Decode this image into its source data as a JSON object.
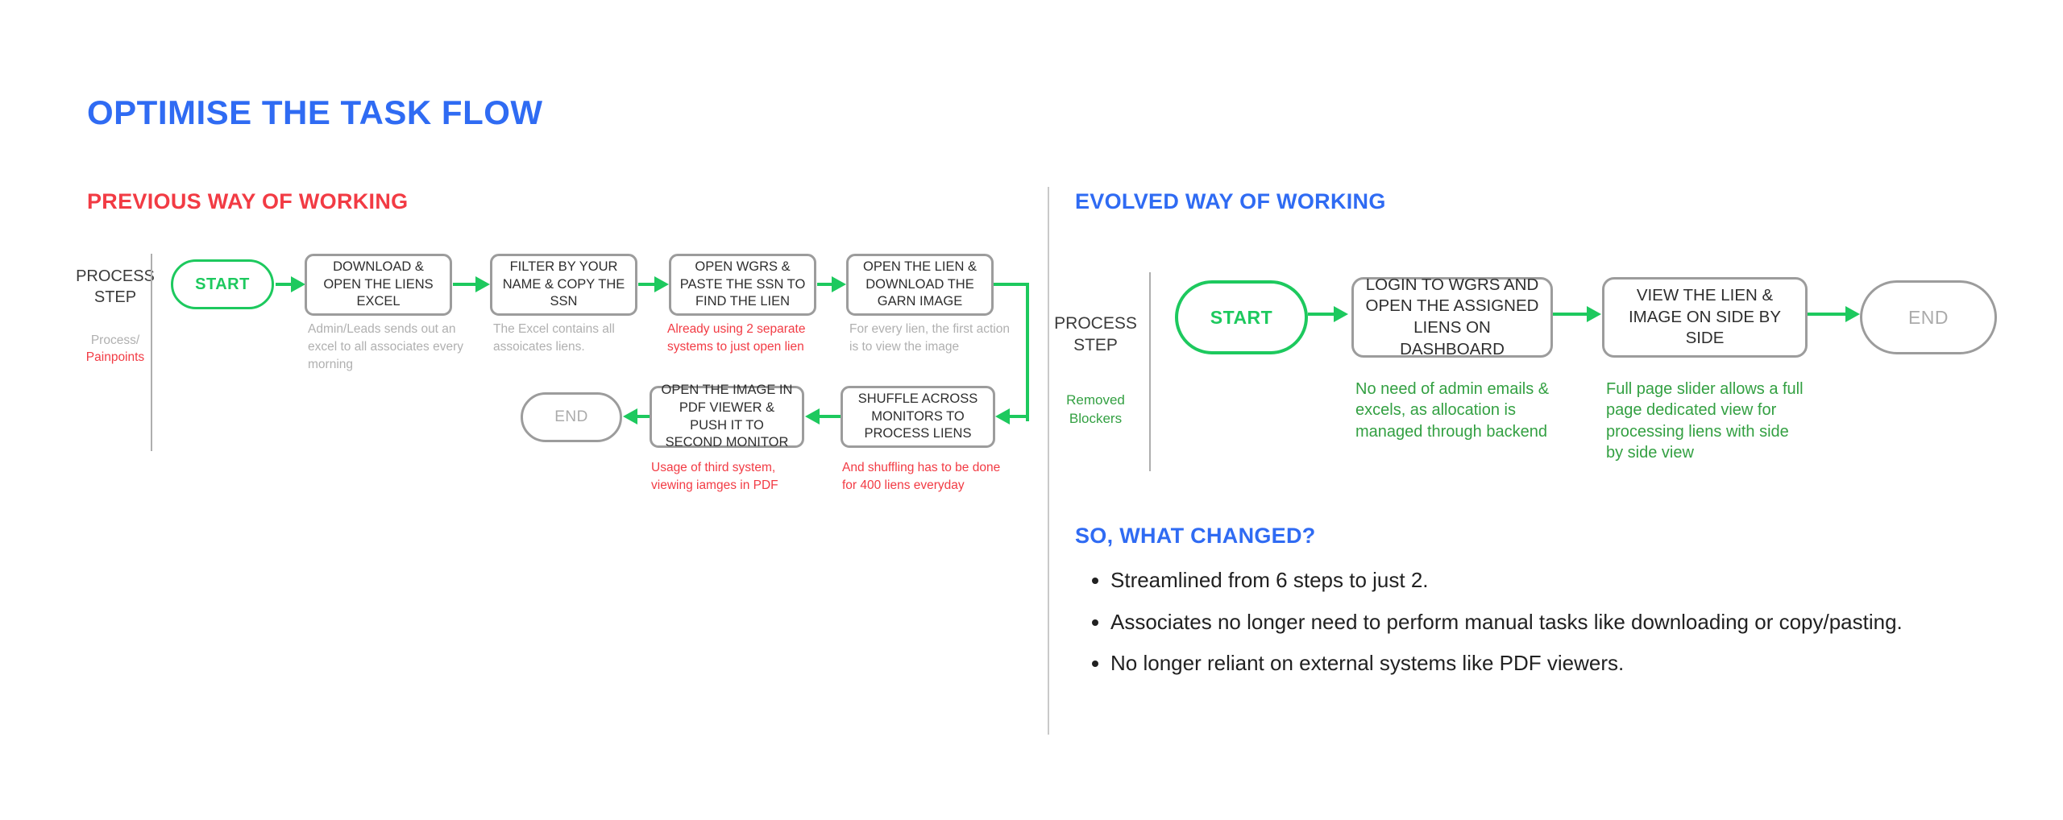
{
  "page": {
    "title": "OPTIMISE THE TASK FLOW"
  },
  "colors": {
    "accent_blue": "#2f6bf3",
    "alert_red": "#f23b44",
    "flow_green": "#1dc95e",
    "note_green": "#33a042",
    "box_border_gray": "#9c9c9c",
    "muted_note_gray": "#b0b0b0"
  },
  "previous": {
    "heading": "PREVIOUS WAY OF WORKING",
    "row_label": "PROCESS STEP",
    "sub_label_top": "Process/",
    "sub_label_bottom": "Painpoints",
    "start_label": "START",
    "end_label": "END",
    "steps": [
      {
        "label": "DOWNLOAD & OPEN THE LIENS EXCEL",
        "note": "Admin/Leads sends out an excel to all associates every morning",
        "note_type": "process"
      },
      {
        "label": "FILTER BY YOUR NAME & COPY THE SSN",
        "note": "The Excel contains all assoicates liens.",
        "note_type": "process"
      },
      {
        "label": "OPEN WGRS & PASTE THE SSN TO FIND THE LIEN",
        "note": "Already using 2 separate systems to just open lien",
        "note_type": "painpoint"
      },
      {
        "label": "OPEN THE LIEN & DOWNLOAD THE GARN IMAGE",
        "note": "For every lien, the first action is to view the image",
        "note_type": "process"
      },
      {
        "label": "SHUFFLE ACROSS MONITORS TO PROCESS LIENS",
        "note": "And shuffling has to be done for 400 liens everyday",
        "note_type": "painpoint"
      },
      {
        "label": "OPEN THE IMAGE IN PDF VIEWER & PUSH IT TO SECOND MONITOR",
        "note": "Usage of third system, viewing iamges in PDF",
        "note_type": "painpoint"
      }
    ]
  },
  "evolved": {
    "heading": "EVOLVED WAY OF WORKING",
    "row_label": "PROCESS STEP",
    "sub_label": "Removed Blockers",
    "start_label": "START",
    "end_label": "END",
    "steps": [
      {
        "label": "LOGIN TO WGRS AND OPEN THE ASSIGNED LIENS ON DASHBOARD",
        "note": "No need of admin emails & excels, as allocation is managed through backend"
      },
      {
        "label": "VIEW THE LIEN & IMAGE ON SIDE BY SIDE",
        "note": "Full page slider allows a full page dedicated view for processing liens with side by side view"
      }
    ]
  },
  "changed": {
    "heading": "SO, WHAT CHANGED?",
    "bullets": [
      "Streamlined from 6 steps to just 2.",
      "Associates no longer need to perform manual tasks like downloading or copy/pasting.",
      "No longer reliant on external systems like PDF viewers."
    ]
  }
}
